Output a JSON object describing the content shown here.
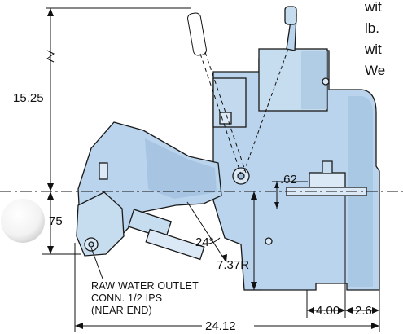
{
  "figure": {
    "dimensions": {
      "height_total": "15.25",
      "height_lower": "75",
      "offset": ".62",
      "angle": "24°",
      "radius": "7.37R",
      "width_a": "4.00",
      "width_b": "2.6",
      "length_total": "24.12"
    },
    "callout": {
      "line1": "RAW WATER OUTLET",
      "line2": "CONN. 1/2 IPS",
      "line3": "(NEAR END)"
    },
    "side_text": [
      "wit",
      "lb.",
      "wit",
      "We"
    ],
    "colors": {
      "body": "#b9d4ec",
      "shade": "#9fbfdf",
      "outline": "#1a1a1a"
    }
  }
}
